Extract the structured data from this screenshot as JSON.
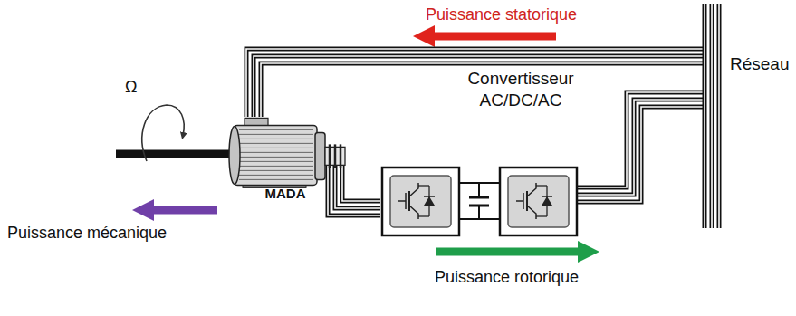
{
  "diagram": {
    "nodes": [
      {
        "text": [
          "MADA"
        ]
      },
      {
        "text": [
          "Convertisseur AC/DC/AC"
        ]
      },
      {
        "text": [
          "Réseau"
        ]
      }
    ],
    "edges": [
      {
        "from": 0,
        "to": 2,
        "arrow": "none"
      },
      {
        "from": 0,
        "to": 1,
        "arrow": "none"
      },
      {
        "from": 1,
        "to": 2,
        "arrow": "none"
      }
    ],
    "labels": [
      "Puissance statorique",
      "Ω",
      "Puissance mécanique",
      "Puissance rotorique"
    ]
  }
}
